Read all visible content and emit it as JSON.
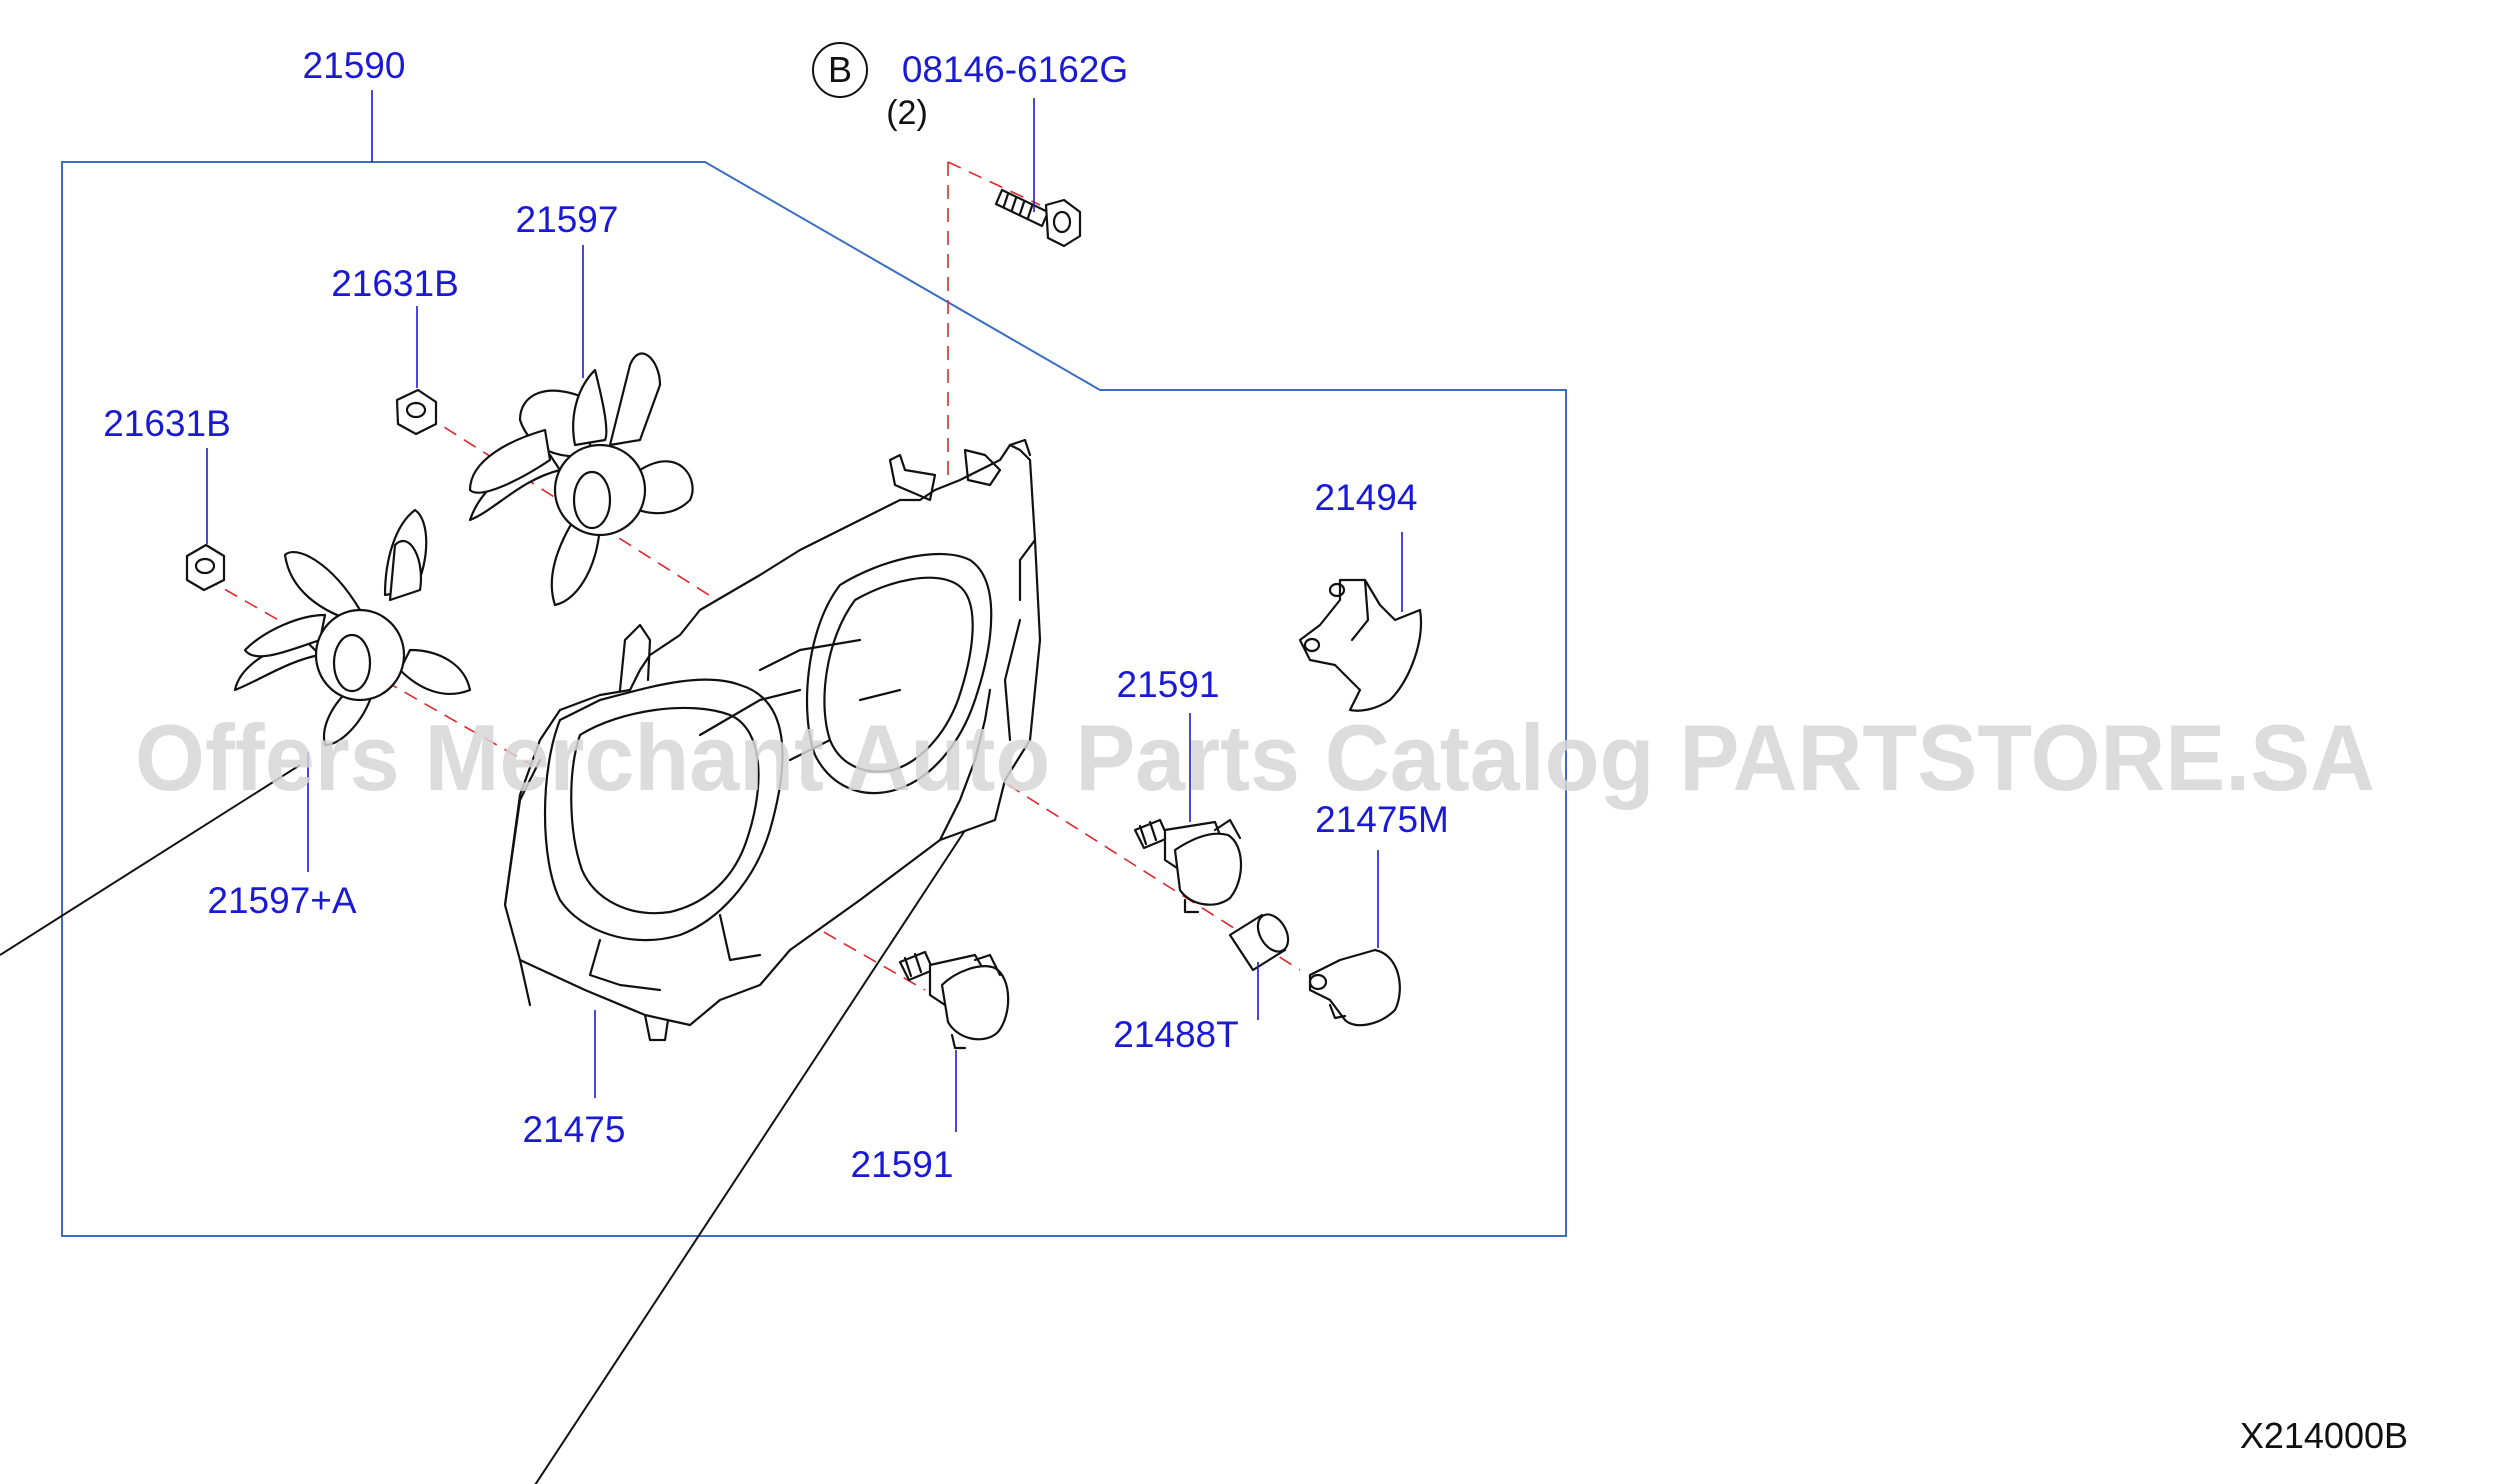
{
  "diagram": {
    "callouts": {
      "assembly": "21590",
      "bolt": "08146-6162G",
      "bolt_prefix": "B",
      "bolt_qty": "(2)",
      "fan_upper": "21597",
      "nut_upper": "21631B",
      "nut_lower": "21631B",
      "fan_lower": "21597+A",
      "shroud": "21475",
      "motor_lower": "21591",
      "motor_upper": "21591",
      "bracket": "21494",
      "motor_cover": "21475M",
      "bushing": "21488T"
    },
    "figure_code": "X214000B",
    "watermark": "Offers Merchant Auto Parts Catalog PARTSTORE.SA",
    "colors": {
      "callout_text": "#1a1ad6",
      "boundary_line": "#3a6ec2",
      "phantom_line": "#e0282a",
      "part_stroke": "#111111",
      "watermark": "#d6d6d6"
    }
  }
}
